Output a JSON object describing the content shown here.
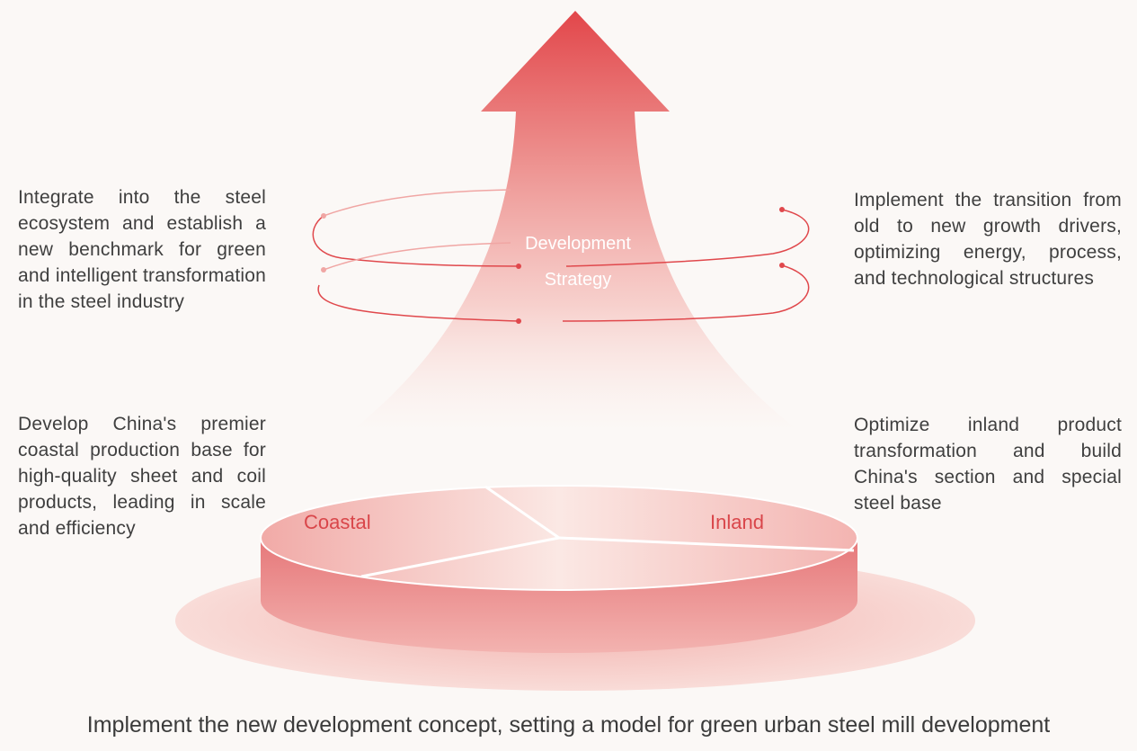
{
  "center": {
    "line1": "Development",
    "line2": "Strategy"
  },
  "left": {
    "upper": "Integrate into the steel ecosystem and establish a new benchmark for green and intelligent transformation in the steel industry",
    "lower": "Develop China's premier coastal production base for high-quality sheet and coil products, leading in scale and efficiency"
  },
  "right": {
    "upper": "Implement the transition from old to new growth drivers, optimizing energy, process, and technological structures",
    "lower": "Optimize inland product transformation and build China's section and special steel base"
  },
  "disc": {
    "left_label": "Coastal",
    "right_label": "Inland"
  },
  "footer": "Implement the new development concept, setting a model for green urban steel mill development",
  "colors": {
    "accent": "#e0484c",
    "arrow_top": "#e04848",
    "background": "#fbf8f6"
  }
}
